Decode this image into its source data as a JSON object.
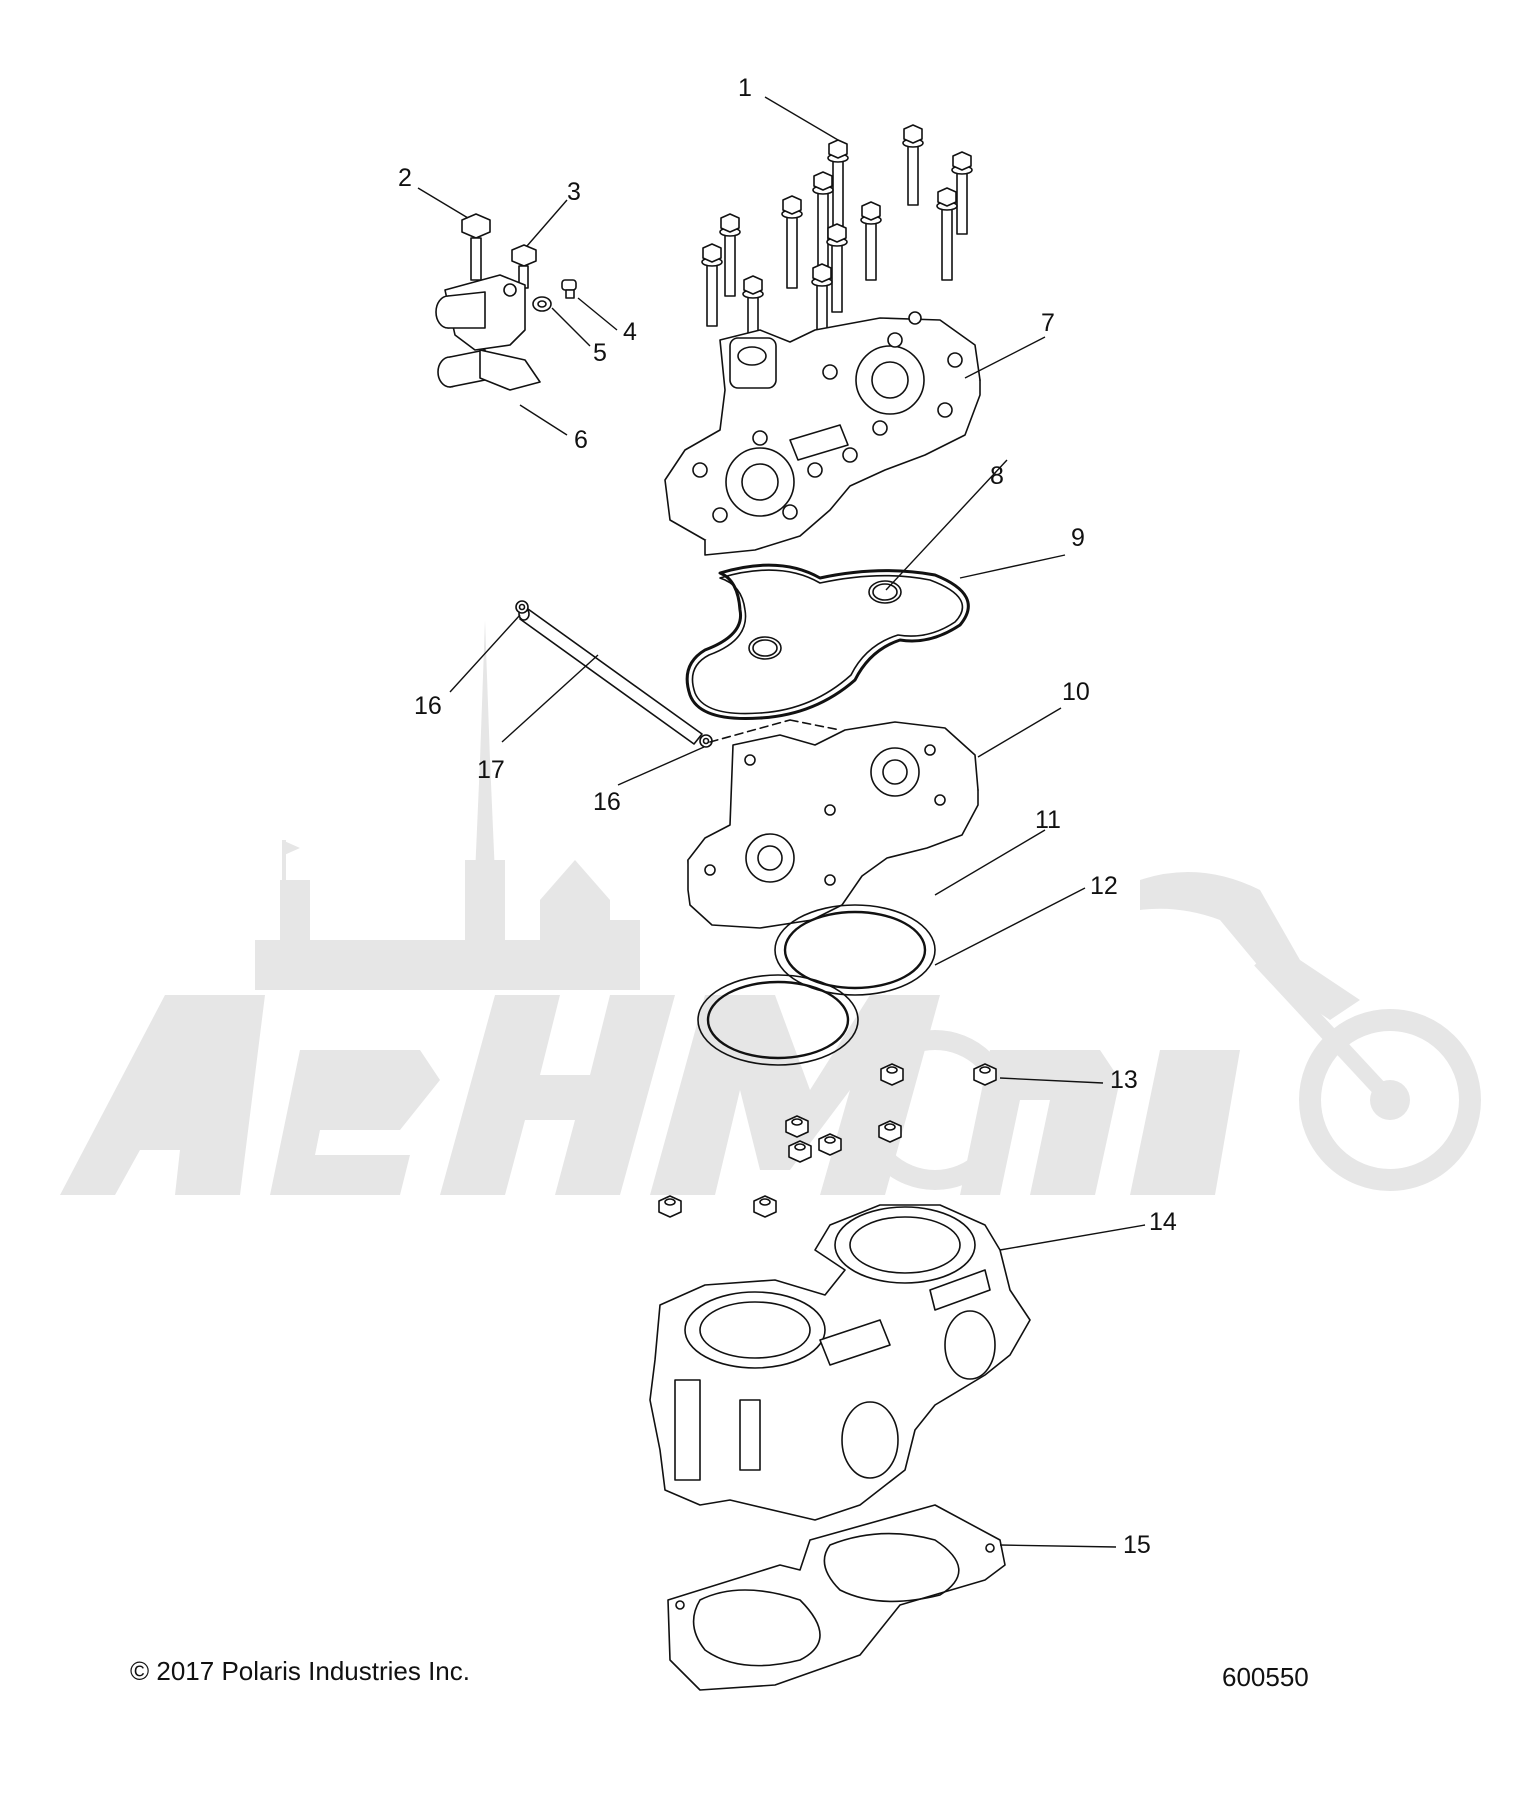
{
  "watermark": {
    "text": "AehMoto",
    "color": "#e6e6e6"
  },
  "callouts": [
    {
      "id": "1",
      "label": "1"
    },
    {
      "id": "2",
      "label": "2"
    },
    {
      "id": "3",
      "label": "3"
    },
    {
      "id": "4",
      "label": "4"
    },
    {
      "id": "5",
      "label": "5"
    },
    {
      "id": "6",
      "label": "6"
    },
    {
      "id": "7",
      "label": "7"
    },
    {
      "id": "8",
      "label": "8"
    },
    {
      "id": "9",
      "label": "9"
    },
    {
      "id": "10",
      "label": "10"
    },
    {
      "id": "11",
      "label": "11"
    },
    {
      "id": "12",
      "label": "12"
    },
    {
      "id": "13",
      "label": "13"
    },
    {
      "id": "14",
      "label": "14"
    },
    {
      "id": "15",
      "label": "15"
    },
    {
      "id": "16a",
      "label": "16"
    },
    {
      "id": "16b",
      "label": "16"
    },
    {
      "id": "17",
      "label": "17"
    }
  ],
  "footer": {
    "copyright": "© 2017 Polaris Industries Inc.",
    "drawing_number": "600550"
  },
  "colors": {
    "line": "#111111",
    "watermark": "#e6e6e6"
  }
}
